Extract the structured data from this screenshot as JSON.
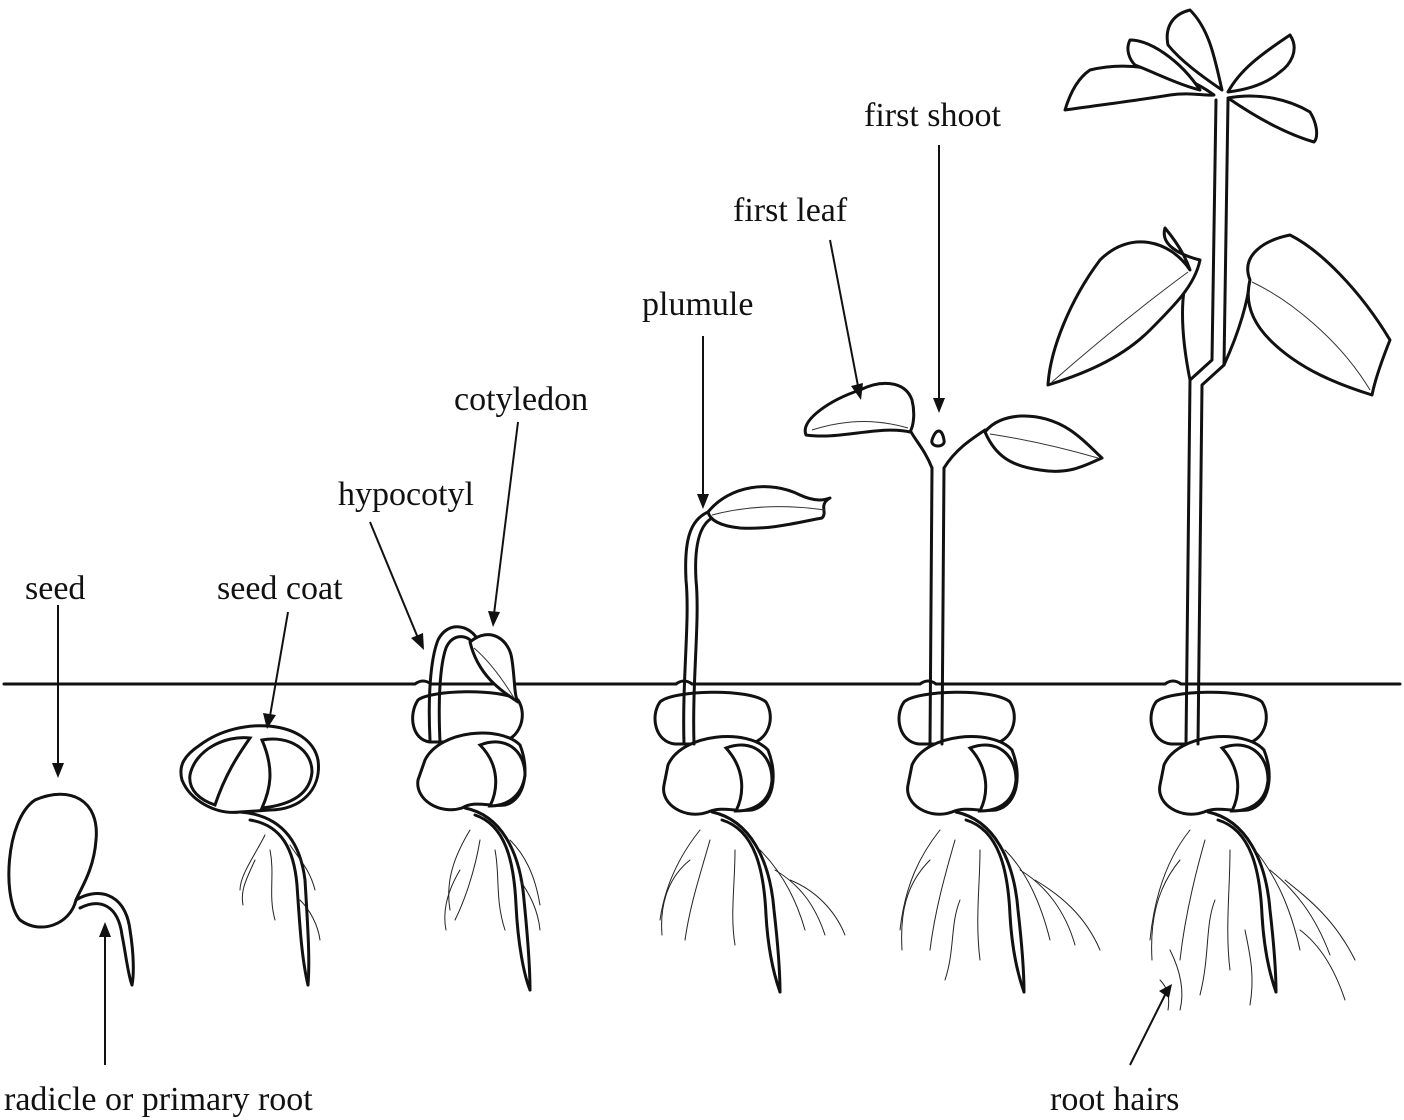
{
  "labels": {
    "seed": "seed",
    "seed_coat": "seed coat",
    "hypocotyl": "hypocotyl",
    "cotyledon": "cotyledon",
    "plumule": "plumule",
    "first_leaf": "first leaf",
    "first_shoot": "first shoot",
    "radicle": "radicle or primary root",
    "root_hairs": "root hairs"
  },
  "colors": {
    "ink": "#111111",
    "background": "#ffffff"
  }
}
